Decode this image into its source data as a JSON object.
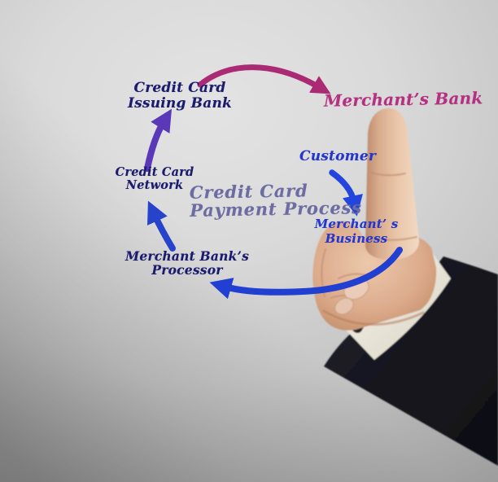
{
  "meta": {
    "description": "Stock photo: businessman's hand pointing with index finger at a hand-drawn Credit Card Payment Process cycle diagram on glass"
  },
  "diagram": {
    "center_title": {
      "line1": "Credit Card",
      "line2": "Payment Process",
      "color": "#6c6ca2"
    },
    "nodes": {
      "issuing_bank": {
        "line1": "Credit Card",
        "line2": "Issuing Bank",
        "color": "#1b1b6e"
      },
      "merchants_bank": {
        "label": "Merchant’s Bank",
        "color": "#b43080"
      },
      "customer": {
        "label": "Customer",
        "color": "#2344cc"
      },
      "merchants_business": {
        "line1": "Merchant’ s",
        "line2": "Business",
        "color": "#2336cd"
      },
      "merchant_banks_processor": {
        "line1": "Merchant Bank’s",
        "line2": "Processor",
        "color": "#1b1b6e"
      },
      "credit_card_network": {
        "line1": "Credit Card",
        "line2": "Network",
        "color": "#1b1b6e"
      }
    },
    "arrows": [
      {
        "name": "issuing-bank-to-merchants-bank",
        "color": "#aa2a74"
      },
      {
        "name": "network-to-issuing-bank",
        "color": "#5b38b8"
      },
      {
        "name": "customer-to-merchants-business",
        "color": "#2145dd"
      },
      {
        "name": "merchants-business-to-processor",
        "color": "#2140d2"
      },
      {
        "name": "processor-to-network",
        "color": "#2743cc"
      }
    ]
  },
  "photo": {
    "subject": "hand pointing with index finger, holding marker",
    "suit_color": "#15151d",
    "cuff_color": "#efece2",
    "skin_color": "#ddb093"
  }
}
